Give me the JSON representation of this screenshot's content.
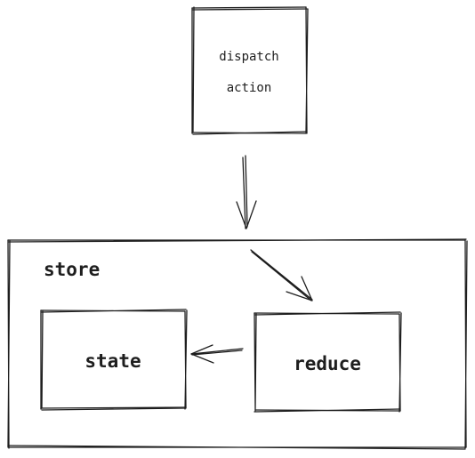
{
  "diagram": {
    "nodes": {
      "dispatch": {
        "line1": "dispatch",
        "line2": "action"
      },
      "store": {
        "label": "store"
      },
      "state": {
        "label": "state"
      },
      "reduce": {
        "label": "reduce"
      }
    },
    "edges": [
      {
        "from": "dispatch",
        "to": "store"
      },
      {
        "from": "store",
        "to": "reduce"
      },
      {
        "from": "reduce",
        "to": "state"
      }
    ],
    "colors": {
      "stroke": "#1e1e1e",
      "background": "#ffffff"
    }
  }
}
